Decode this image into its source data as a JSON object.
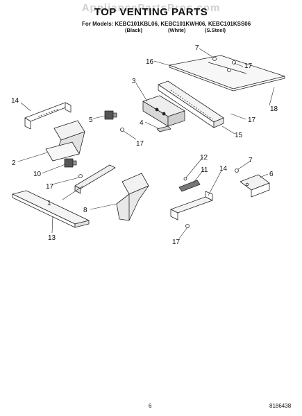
{
  "header": {
    "watermark": "AppliancePartsPros.com",
    "title": "TOP VENTING PARTS",
    "models_line": "For Models: KEBC101KBL06, KEBC101KWH06, KEBC101KSS06",
    "variants": [
      "(Black)",
      "(White)",
      "(S.Steel)"
    ]
  },
  "callouts": [
    "1",
    "2",
    "3",
    "4",
    "5",
    "6",
    "7",
    "7",
    "8",
    "10",
    "11",
    "12",
    "13",
    "14",
    "14",
    "15",
    "16",
    "17",
    "17",
    "17",
    "17",
    "17",
    "18"
  ],
  "footer": {
    "page_number": "6",
    "doc_number": "8186438"
  }
}
